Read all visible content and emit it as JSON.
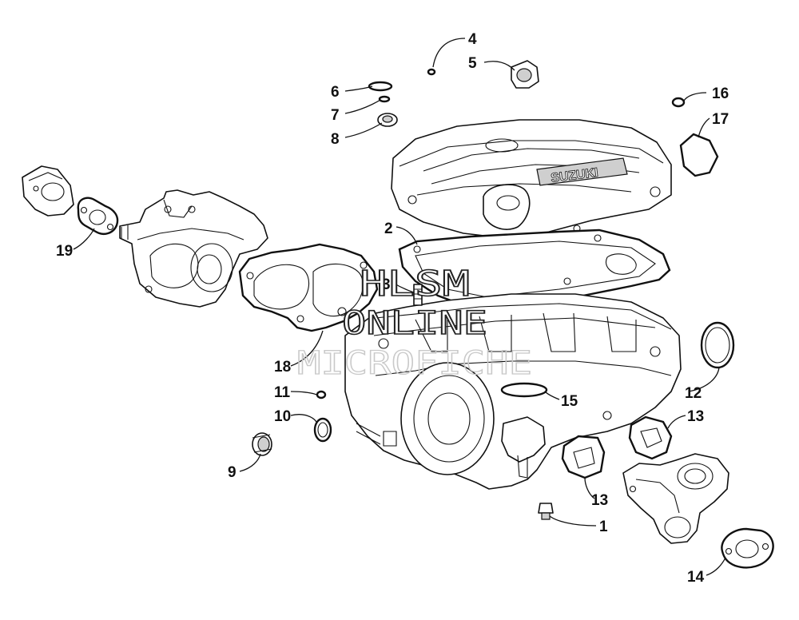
{
  "watermark": {
    "line1": "HLSM",
    "line2": "ONLINE",
    "line3": "MICROFICHE"
  },
  "callouts": [
    {
      "id": "1",
      "label": "1"
    },
    {
      "id": "2",
      "label": "2"
    },
    {
      "id": "3",
      "label": "3"
    },
    {
      "id": "4",
      "label": "4"
    },
    {
      "id": "5",
      "label": "5"
    },
    {
      "id": "6",
      "label": "6"
    },
    {
      "id": "7",
      "label": "7"
    },
    {
      "id": "8",
      "label": "8"
    },
    {
      "id": "9",
      "label": "9"
    },
    {
      "id": "10",
      "label": "10"
    },
    {
      "id": "11",
      "label": "11"
    },
    {
      "id": "12",
      "label": "12"
    },
    {
      "id": "13a",
      "label": "13"
    },
    {
      "id": "13b",
      "label": "13"
    },
    {
      "id": "14",
      "label": "14"
    },
    {
      "id": "15",
      "label": "15"
    },
    {
      "id": "16",
      "label": "16"
    },
    {
      "id": "17",
      "label": "17"
    },
    {
      "id": "18",
      "label": "18"
    },
    {
      "id": "19",
      "label": "19"
    }
  ]
}
